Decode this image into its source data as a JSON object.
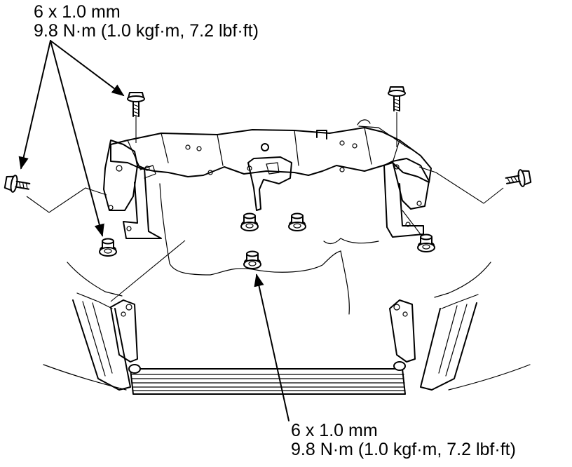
{
  "callouts": {
    "top": {
      "size": "6 x 1.0 mm",
      "torque": "9.8 N·m (1.0 kgf·m, 7.2 lbf·ft)"
    },
    "bottom": {
      "size": "6 x 1.0 mm",
      "torque": "9.8 N·m (1.0 kgf·m, 7.2 lbf·ft)"
    }
  }
}
